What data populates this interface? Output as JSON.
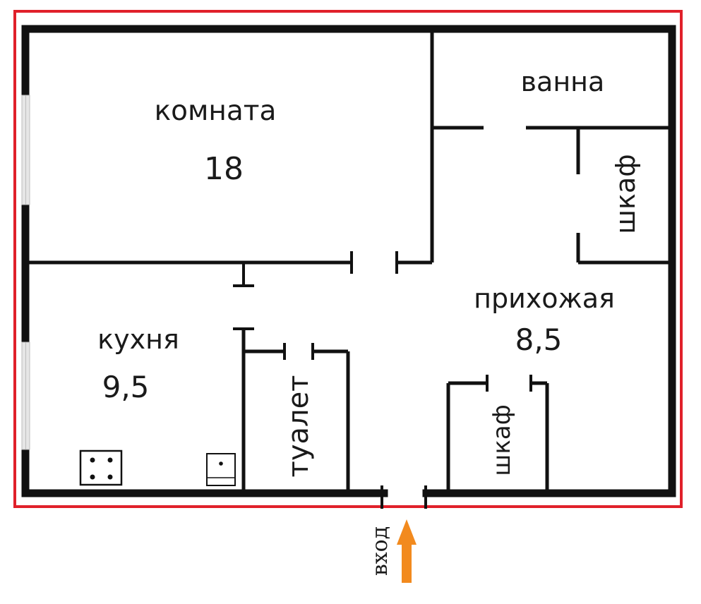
{
  "rooms": {
    "komnata": {
      "label": "комната",
      "area": "18"
    },
    "vanna": {
      "label": "ванна"
    },
    "shkaf_top": {
      "label": "шкаф"
    },
    "prihozhaya": {
      "label": "прихожая",
      "area": "8,5"
    },
    "kuhnya": {
      "label": "кухня",
      "area": "9,5"
    },
    "tualet": {
      "label": "туалет"
    },
    "shkaf_bottom": {
      "label": "шкаф"
    }
  },
  "entrance": {
    "label": "вход"
  },
  "colors": {
    "wall": "#111111",
    "outline": "#e0202a",
    "arrow": "#f28a1e",
    "window": "#dcdcdc"
  }
}
